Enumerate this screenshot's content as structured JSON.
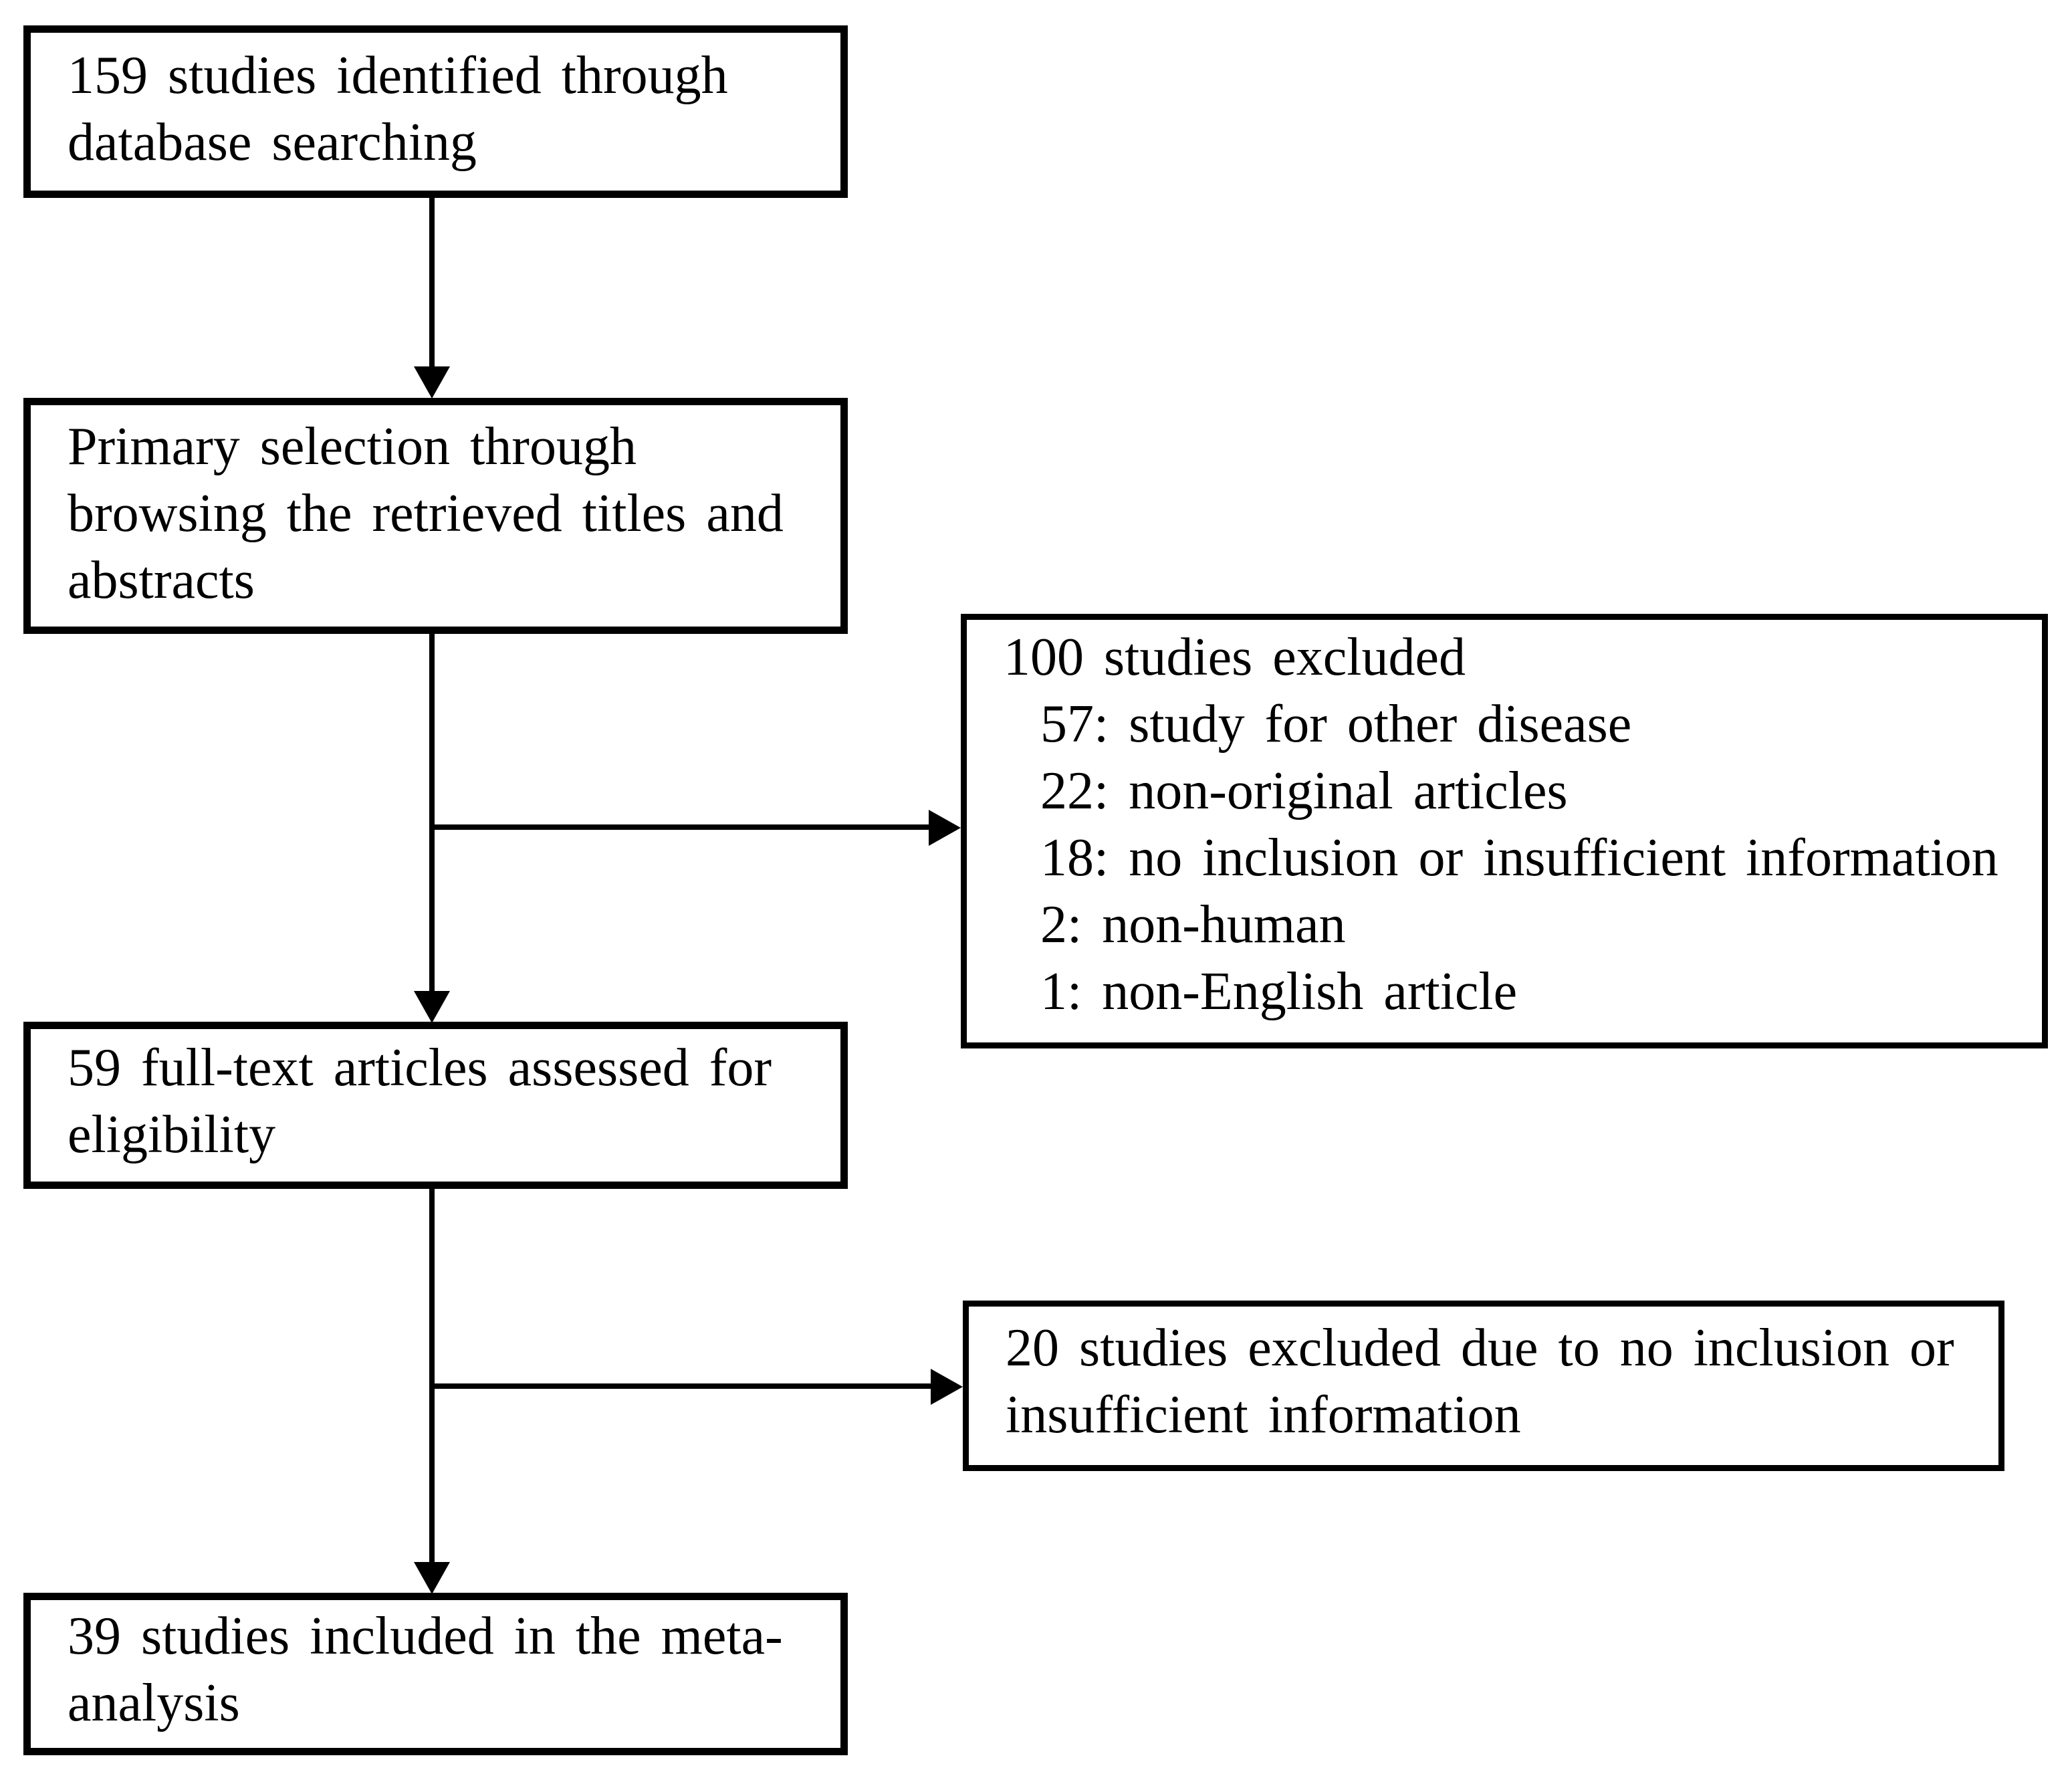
{
  "diagram": {
    "background_color": "#ffffff",
    "line_color": "#000000",
    "boxes": {
      "identified": {
        "lines": [
          "159 studies identified through",
          "database searching"
        ]
      },
      "primary_selection": {
        "lines": [
          "Primary selection through",
          "browsing the retrieved titles and",
          "abstracts"
        ]
      },
      "excluded_primary": {
        "title": "100 studies excluded",
        "reasons": [
          "57: study for other disease",
          "22: non-original articles",
          "18: no inclusion or insufficient information",
          "2: non-human",
          "1: non-English article"
        ]
      },
      "full_text_assessed": {
        "lines": [
          "59 full-text articles assessed for",
          "eligibility"
        ]
      },
      "excluded_full_text": {
        "lines": [
          "20 studies excluded due to no inclusion or",
          "insufficient information"
        ]
      },
      "included": {
        "lines": [
          "39 studies included in the meta-",
          "analysis"
        ]
      }
    }
  }
}
